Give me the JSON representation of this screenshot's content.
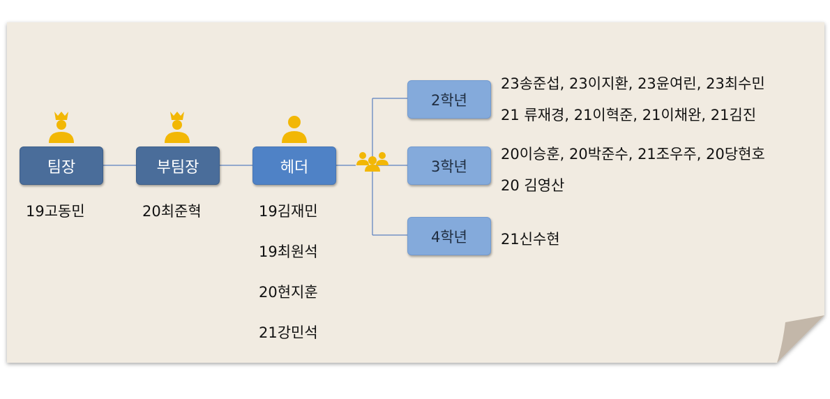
{
  "roles": {
    "leader": {
      "label": "팀장",
      "member": "19고동민",
      "icon": "crowned-person-icon"
    },
    "vice_leader": {
      "label": "부팀장",
      "member": "20최준혁",
      "icon": "crowned-person-icon"
    },
    "header": {
      "label": "헤더",
      "members": [
        "19김재민",
        "19최원석",
        "20현지훈",
        "21강민석"
      ],
      "icon": "person-icon"
    }
  },
  "group_icon": "team-group-icon",
  "grades": [
    {
      "label": "2학년",
      "members_lines": [
        "23송준섭, 23이지환, 23윤여린, 23최수민",
        "21 류재경, 21이혁준, 21이채완, 21김진"
      ]
    },
    {
      "label": "3학년",
      "members_lines": [
        "20이승훈, 20박준수, 21조우주, 20당현호",
        "20 김영산"
      ]
    },
    {
      "label": "4학년",
      "members_lines": [
        "21신수현"
      ]
    }
  ],
  "colors": {
    "paper": "#f1ebe1",
    "fold": "#c3b7a9",
    "dark_node": "#4a6d9a",
    "mid_node": "#4f82c6",
    "light_node": "#84aadb",
    "icon_gold": "#f2b705",
    "connector": "#5b7fbf"
  }
}
